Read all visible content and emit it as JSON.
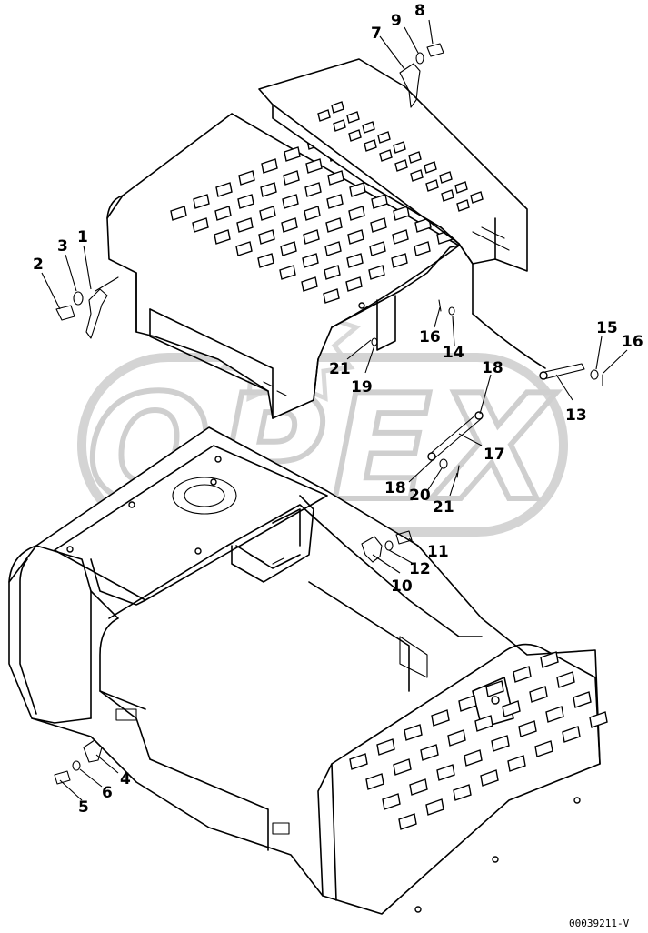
{
  "drawing": {
    "watermark": "OPEX",
    "document_id": "00039211-V"
  },
  "callouts": [
    {
      "id": "c1",
      "text": "1"
    },
    {
      "id": "c2",
      "text": "2"
    },
    {
      "id": "c3",
      "text": "3"
    },
    {
      "id": "c4",
      "text": "4"
    },
    {
      "id": "c5",
      "text": "5"
    },
    {
      "id": "c6",
      "text": "6"
    },
    {
      "id": "c7",
      "text": "7"
    },
    {
      "id": "c8",
      "text": "8"
    },
    {
      "id": "c9",
      "text": "9"
    },
    {
      "id": "c10",
      "text": "10"
    },
    {
      "id": "c11",
      "text": "11"
    },
    {
      "id": "c12",
      "text": "12"
    },
    {
      "id": "c13",
      "text": "13"
    },
    {
      "id": "c14",
      "text": "14"
    },
    {
      "id": "c15",
      "text": "15"
    },
    {
      "id": "c16a",
      "text": "16"
    },
    {
      "id": "c16b",
      "text": "16"
    },
    {
      "id": "c17",
      "text": "17"
    },
    {
      "id": "c18a",
      "text": "18"
    },
    {
      "id": "c18b",
      "text": "18"
    },
    {
      "id": "c19",
      "text": "19"
    },
    {
      "id": "c20",
      "text": "20"
    },
    {
      "id": "c21a",
      "text": "21"
    },
    {
      "id": "c21b",
      "text": "21"
    }
  ]
}
